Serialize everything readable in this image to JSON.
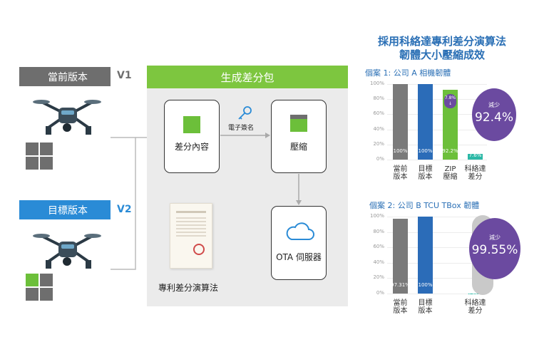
{
  "current_version": {
    "label": "當前版本",
    "tag": "V1",
    "color": "#6e6e6e"
  },
  "target_version": {
    "label": "目標版本",
    "tag": "V2",
    "color": "#2a8bd6"
  },
  "generate": {
    "title": "生成差分包",
    "diff_content": "差分內容",
    "signature": "電子簽名",
    "compress": "壓縮",
    "ota_server": "OTA 伺服器",
    "patent_caption": "專利差分演算法"
  },
  "results": {
    "title_line1": "採用科絡達專利差分演算法",
    "title_line2": "韌體大小壓縮成效"
  },
  "case1": {
    "title": "個案 1: 公司 A  相機韌體",
    "yticks": [
      "100%",
      "80%",
      "60%",
      "40%",
      "20%",
      "0%"
    ],
    "badge_label": "減少",
    "badge_value": "92.4%",
    "zip_annotation": "7.8%",
    "chart_data": {
      "type": "bar",
      "categories": [
        [
          "當前",
          "版本"
        ],
        [
          "目標",
          "版本"
        ],
        [
          "ZIP",
          "壓縮"
        ],
        [
          "科絡達",
          "差分"
        ]
      ],
      "values": [
        100,
        100,
        92.2,
        7.6
      ],
      "value_labels": [
        "100%",
        "100%",
        "92.2%",
        "7.6%"
      ],
      "colors": [
        "#7a7a7a",
        "#2b6cb8",
        "#6cbf3a",
        "#2bb8a6"
      ],
      "ylim": [
        0,
        100
      ]
    }
  },
  "case2": {
    "title": "個案 2:  公司 B  TCU TBox 韌體",
    "yticks": [
      "100%",
      "80%",
      "60%",
      "40%",
      "20%",
      "0%"
    ],
    "badge_label": "減少",
    "badge_value": "99.55%",
    "chart_data": {
      "type": "bar",
      "categories": [
        [
          "當前",
          "版本"
        ],
        [
          "目標",
          "版本"
        ],
        [
          "",
          ""
        ],
        [
          "科絡達",
          "差分"
        ]
      ],
      "values": [
        97.31,
        100,
        null,
        0.45
      ],
      "value_labels": [
        "97.31%",
        "100%",
        "",
        "0.45%"
      ],
      "colors": [
        "#7a7a7a",
        "#2b6cb8",
        "#ffffff",
        "#2bb8a6"
      ],
      "ylim": [
        0,
        100
      ]
    }
  }
}
